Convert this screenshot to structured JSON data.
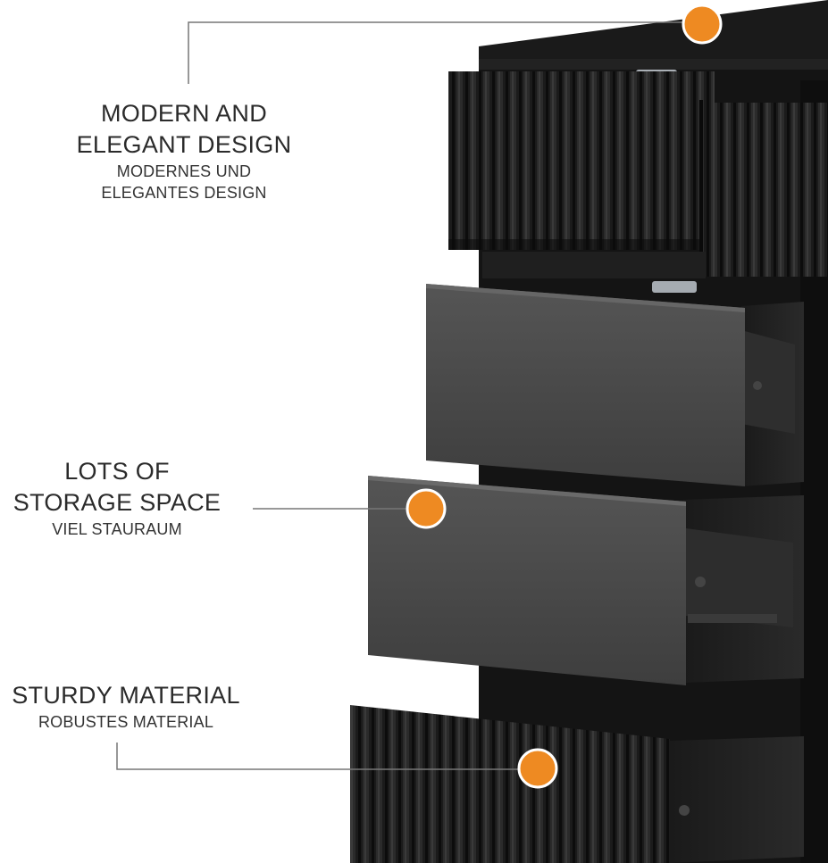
{
  "features": [
    {
      "title_line1": "MODERN AND",
      "title_line2": "ELEGANT DESIGN",
      "subtitle_line1": "MODERNES UND",
      "subtitle_line2": "ELEGANTES DESIGN"
    },
    {
      "title_line1": "LOTS OF",
      "title_line2": "STORAGE SPACE",
      "subtitle_line1": "VIEL STAURAUM"
    },
    {
      "title_line1": "STURDY MATERIAL",
      "subtitle_line1": "ROBUSTES MATERIAL"
    }
  ],
  "colors": {
    "accent": "#ee8a22",
    "cabinet": "#141414",
    "drawer_front": "#4a4a4a",
    "leader_line": "#777777"
  }
}
